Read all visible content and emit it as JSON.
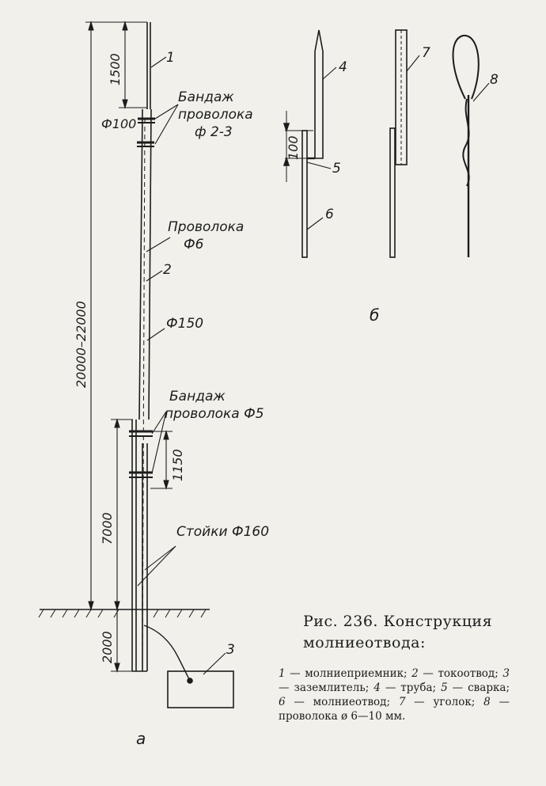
{
  "caption": {
    "title": "Рис. 236. Конструкция молниеотвода:",
    "legend": [
      {
        "num": "1",
        "text": "молниеприемник;"
      },
      {
        "num": "2",
        "text": "токоотвод;"
      },
      {
        "num": "3",
        "text": "заземлитель;"
      },
      {
        "num": "4",
        "text": "труба;"
      },
      {
        "num": "5",
        "text": "сварка;"
      },
      {
        "num": "6",
        "text": "молниеотвод;"
      },
      {
        "num": "7",
        "text": "уголок;"
      },
      {
        "num": "8",
        "text": "проволока ø 6—10 мм."
      }
    ]
  },
  "view_a": {
    "label": "а",
    "part_numbers": {
      "p1": "1",
      "p2": "2",
      "p3": "3"
    },
    "dims": {
      "total": "20000–22000",
      "top": "1500",
      "band_spacing": "1150",
      "lower": "7000",
      "ground": "2000"
    },
    "annotations": {
      "diam_top": "Ф100",
      "bandage1_line1": "Бандаж",
      "bandage1_line2": "проволока",
      "bandage1_line3": "ф 2-3",
      "wire_line1": "Проволока",
      "wire_line2": "Ф6",
      "diam_mid": "Ф150",
      "bandage2_line1": "Бандаж",
      "bandage2_line2": "проволока Ф5",
      "posts": "Стойки Ф160"
    }
  },
  "view_b": {
    "label": "б",
    "part_numbers": {
      "p4": "4",
      "p5": "5",
      "p6": "6",
      "p7": "7",
      "p8": "8"
    },
    "dims": {
      "overlap": "100"
    }
  }
}
